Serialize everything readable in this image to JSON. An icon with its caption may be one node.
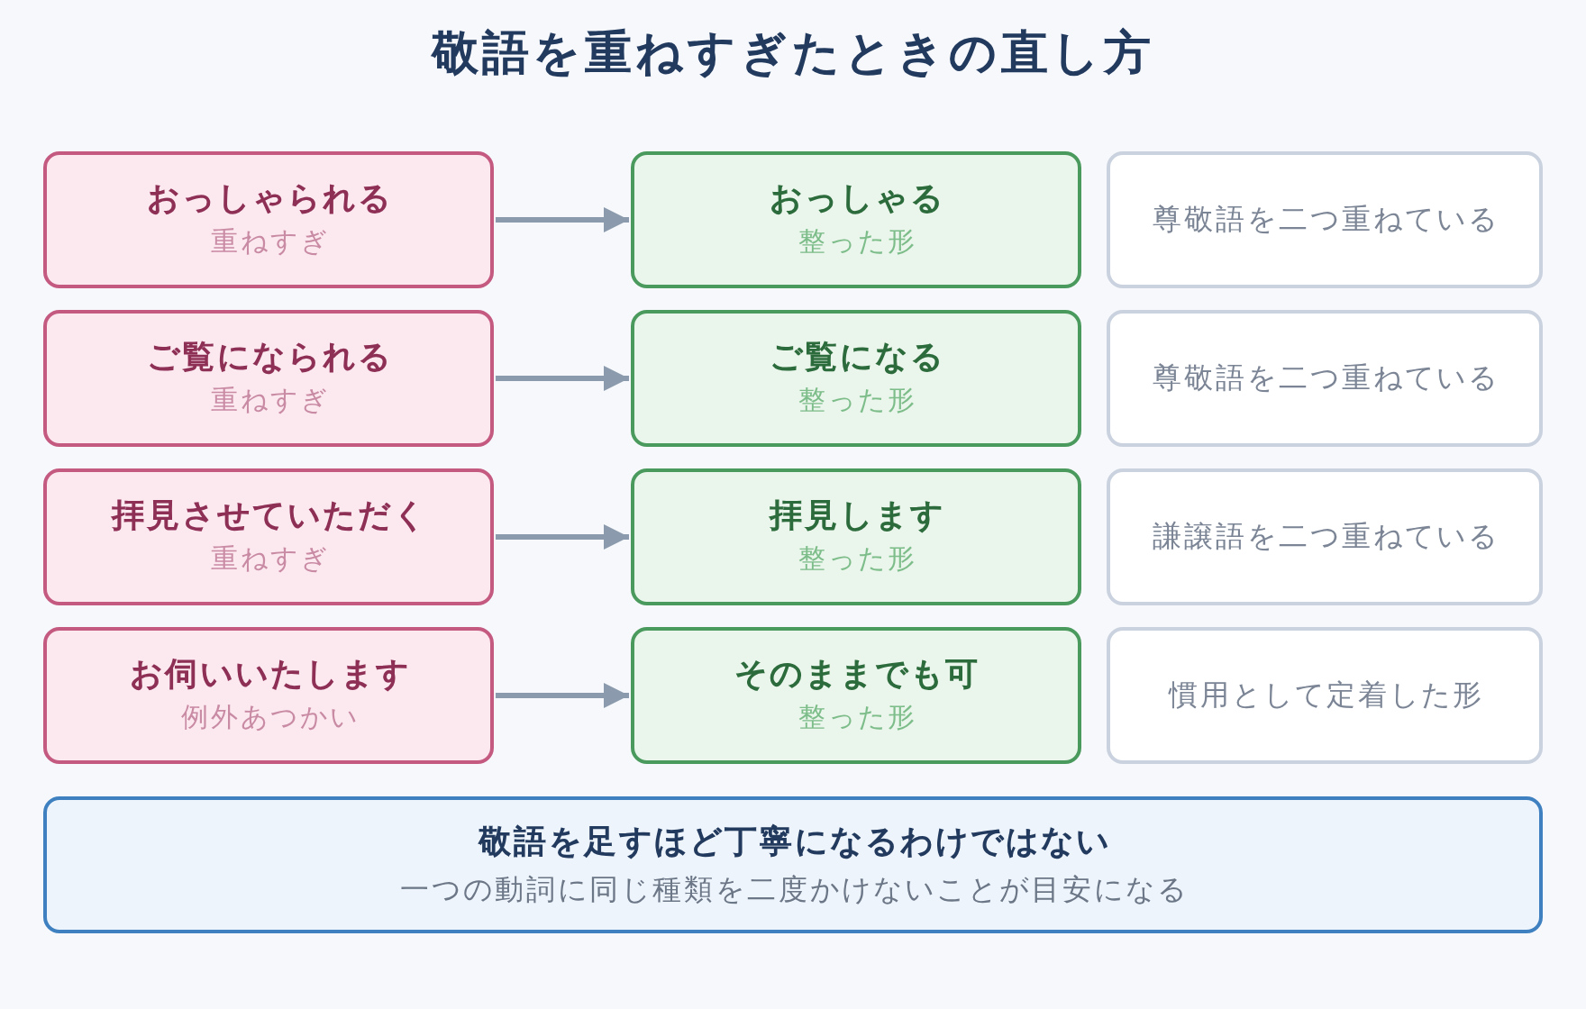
{
  "diagram": {
    "title": "敬語を重ねすぎたときの直し方",
    "nodes": [
      {
        "text": [
          "おっしゃられる",
          "重ねすぎ"
        ]
      },
      {
        "text": [
          "おっしゃる",
          "整った形"
        ]
      },
      {
        "text": [
          "尊敬語を二つ重ねている"
        ]
      },
      {
        "text": [
          "ご覧になられる",
          "重ねすぎ"
        ]
      },
      {
        "text": [
          "ご覧になる",
          "整った形"
        ]
      },
      {
        "text": [
          "尊敬語を二つ重ねている"
        ]
      },
      {
        "text": [
          "拝見させていただく",
          "重ねすぎ"
        ]
      },
      {
        "text": [
          "拝見します",
          "整った形"
        ]
      },
      {
        "text": [
          "謙譲語を二つ重ねている"
        ]
      },
      {
        "text": [
          "お伺いいたします",
          "例外あつかい"
        ]
      },
      {
        "text": [
          "そのままでも可",
          "整った形"
        ]
      },
      {
        "text": [
          "慣用として定着した形"
        ]
      },
      {
        "text": [
          "敬語を足すほど丁寧になるわけではない",
          "一つの動詞に同じ種類を二度かけないことが目安になる"
        ]
      }
    ],
    "edges": [
      {
        "from": 0,
        "to": 1,
        "arrow": "to"
      },
      {
        "from": 3,
        "to": 4,
        "arrow": "to"
      },
      {
        "from": 6,
        "to": 7,
        "arrow": "to"
      },
      {
        "from": 9,
        "to": 10,
        "arrow": "to"
      }
    ]
  }
}
